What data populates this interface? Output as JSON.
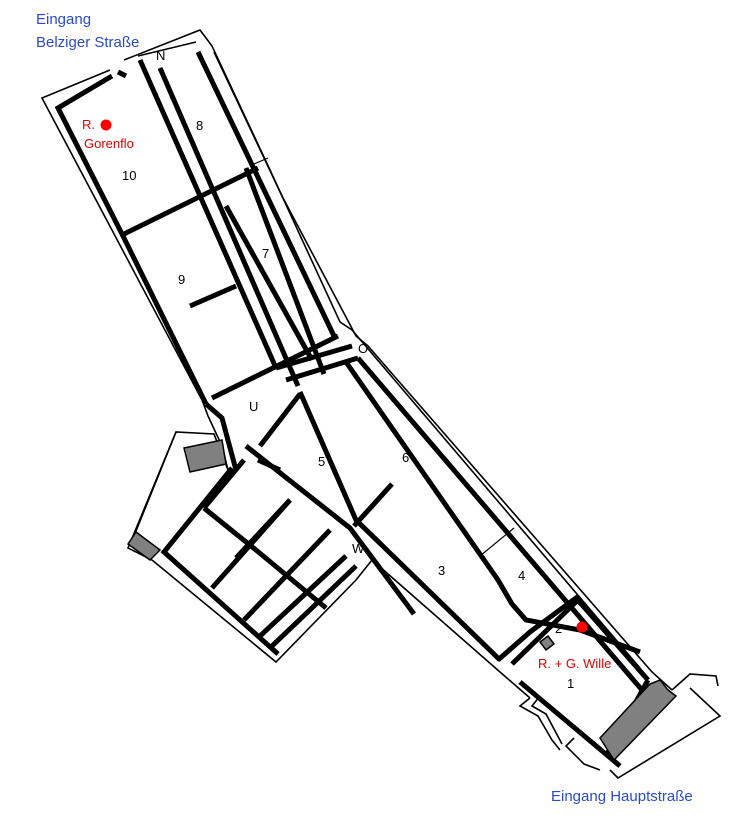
{
  "entrances": {
    "north_line1": "Eingang",
    "north_line2": "Belziger Straße",
    "south": "Eingang Hauptstraße"
  },
  "fields": [
    "1",
    "2",
    "3",
    "4",
    "5",
    "6",
    "7",
    "8",
    "9",
    "10"
  ],
  "section_letters": {
    "north": "N",
    "east": "O",
    "south": "U",
    "west": "W"
  },
  "graves": {
    "gorenflo_line1": "R.",
    "gorenflo_line2": "Gorenflo",
    "wille": "R. + G. Wille"
  },
  "colors": {
    "entrance_text": "#2a4bc8",
    "grave_text": "#e00000",
    "grave_marker": "#ff0000",
    "building": "#808080"
  }
}
